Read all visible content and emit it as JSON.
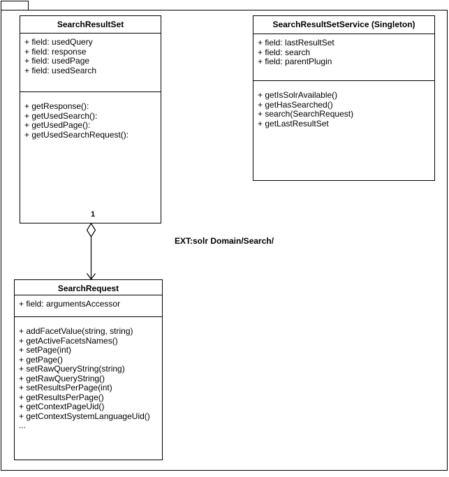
{
  "diagram": {
    "annotation": "EXT:solr Domain/Search/",
    "relationship": {
      "type": "aggregation",
      "multiplicity": "1",
      "from": "SearchResultSet",
      "to": "SearchRequest"
    },
    "classes": [
      {
        "title": "SearchResultSet",
        "fields": [
          "+ field: usedQuery",
          "+ field: response",
          "+ field: usedPage",
          "+ field: usedSearch"
        ],
        "methods": [
          "+ getResponse():",
          "+ getUsedSearch():",
          "+ getUsedPage():",
          "+ getUsedSearchRequest():"
        ]
      },
      {
        "title": "SearchResultSetService (Singleton)",
        "fields": [
          "+ field: lastResultSet",
          "+ field: search",
          "+ field: parentPlugin"
        ],
        "methods": [
          "+ getIsSolrAvailable()",
          "+ getHasSearched()",
          "+ search(SearchRequest)",
          "+ getLastResultSet"
        ]
      },
      {
        "title": "SearchRequest",
        "fields": [
          "+ field: argumentsAccessor"
        ],
        "methods": [
          "+ addFacetValue(string, string)",
          "+ getActiveFacetsNames()",
          "+ setPage(int)",
          "+ getPage()",
          "+ setRawQueryString(string)",
          "+ getRawQueryString()",
          "+ setResultsPerPage(int)",
          "+ getResultsPerPage()",
          "+ getContextPageUid()",
          "+ getContextSystemLanguageUid()",
          "..."
        ]
      }
    ]
  },
  "colors": {
    "stroke": "#000000",
    "background": "#ffffff",
    "text": "#000000"
  }
}
